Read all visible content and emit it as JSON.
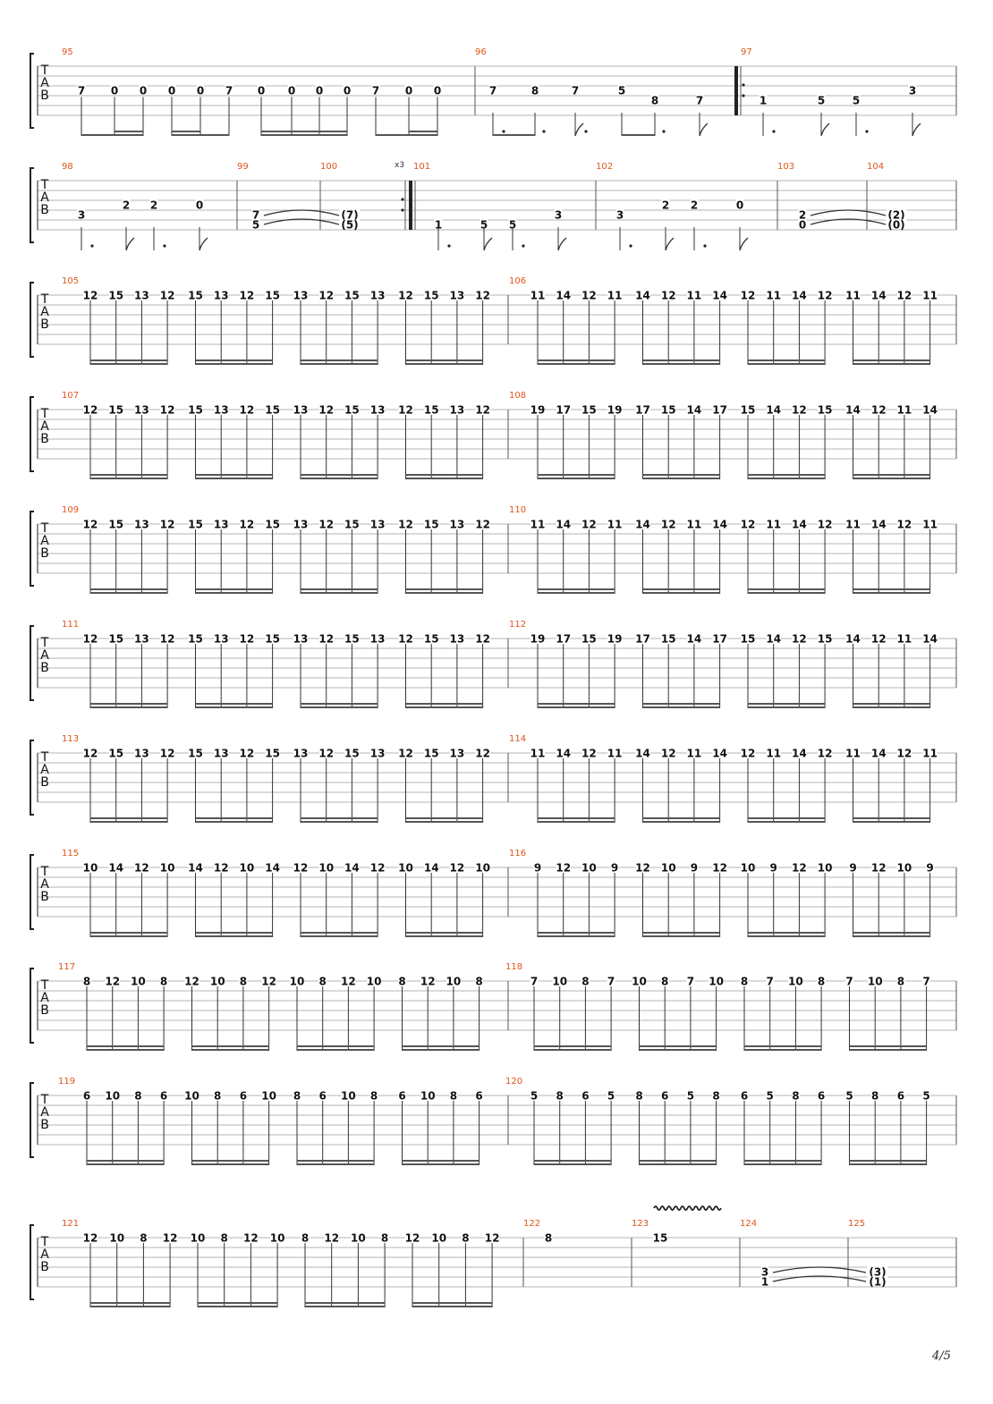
{
  "tab_clef": [
    "T",
    "A",
    "B"
  ],
  "page_number": "4/5",
  "systems": [
    {
      "measures": [
        {
          "number": "95",
          "notes": [
            {
              "f": "7",
              "s": 3,
              "st": "8"
            },
            {
              "f": "0",
              "s": 3,
              "st": "16"
            },
            {
              "f": "0",
              "s": 3,
              "st": "16"
            },
            {
              "f": "0",
              "s": 3,
              "st": "16"
            },
            {
              "f": "0",
              "s": 3,
              "st": "16"
            },
            {
              "f": "7",
              "s": 3,
              "st": "8"
            },
            {
              "f": "0",
              "s": 3,
              "st": "16"
            },
            {
              "f": "0",
              "s": 3,
              "st": "16"
            },
            {
              "f": "0",
              "s": 3,
              "st": "16"
            },
            {
              "f": "0",
              "s": 3,
              "st": "16"
            },
            {
              "f": "7",
              "s": 3,
              "st": "8"
            },
            {
              "f": "0",
              "s": 3,
              "st": "16"
            },
            {
              "f": "0",
              "s": 3,
              "st": "16"
            }
          ]
        },
        {
          "number": "96",
          "notes": [
            {
              "f": "7",
              "s": 3,
              "st": "8d"
            },
            {
              "f": "8",
              "s": 3,
              "st": "dot"
            },
            {
              "f": "7",
              "s": 3,
              "st": "flag"
            },
            {
              "f": "5",
              "s": 3,
              "st": "8"
            },
            {
              "f": "8",
              "s": 4,
              "st": "dot"
            },
            {
              "f": "7",
              "s": 4,
              "st": "flag"
            }
          ]
        },
        {
          "number": "97",
          "repeat_start": true,
          "notes": [
            {
              "f": "1",
              "s": 4,
              "st": "q."
            },
            {
              "f": "5",
              "s": 4,
              "st": "flag"
            },
            {
              "f": "5",
              "s": 4,
              "st": "q."
            },
            {
              "f": "3",
              "s": 3,
              "st": "flag"
            }
          ]
        }
      ]
    },
    {
      "measures": [
        {
          "number": "98",
          "notes": [
            {
              "f": "3",
              "s": 4,
              "st": "q."
            },
            {
              "f": "2",
              "s": 3,
              "st": "flag"
            },
            {
              "f": "2",
              "s": 3,
              "st": "q."
            },
            {
              "f": "0",
              "s": 3,
              "st": "flag"
            }
          ]
        },
        {
          "number": "99",
          "chord": [
            {
              "f": "7",
              "s": 4
            },
            {
              "f": "5",
              "s": 5
            }
          ]
        },
        {
          "number": "100",
          "tied": [
            {
              "f": "(7)",
              "s": 4
            },
            {
              "f": "(5)",
              "s": 5
            }
          ],
          "repeat_end": true,
          "repeat_count": "x3"
        },
        {
          "number": "101",
          "notes": [
            {
              "f": "1",
              "s": 5,
              "st": "q."
            },
            {
              "f": "5",
              "s": 5,
              "st": "flag"
            },
            {
              "f": "5",
              "s": 5,
              "st": "q."
            },
            {
              "f": "3",
              "s": 4,
              "st": "flag"
            }
          ]
        },
        {
          "number": "102",
          "notes": [
            {
              "f": "3",
              "s": 4,
              "st": "q."
            },
            {
              "f": "2",
              "s": 3,
              "st": "flag"
            },
            {
              "f": "2",
              "s": 3,
              "st": "q."
            },
            {
              "f": "0",
              "s": 3,
              "st": "flag"
            }
          ]
        },
        {
          "number": "103",
          "chord": [
            {
              "f": "2",
              "s": 4
            },
            {
              "f": "0",
              "s": 5
            }
          ]
        },
        {
          "number": "104",
          "tied": [
            {
              "f": "(2)",
              "s": 4
            },
            {
              "f": "(0)",
              "s": 5
            }
          ]
        }
      ]
    },
    {
      "measures": [
        {
          "number": "105",
          "groups": [
            [
              "12",
              "15",
              "13",
              "12"
            ],
            [
              "15",
              "13",
              "12",
              "15"
            ],
            [
              "13",
              "12",
              "15",
              "13"
            ],
            [
              "12",
              "15",
              "13",
              "12"
            ]
          ]
        },
        {
          "number": "106",
          "groups": [
            [
              "11",
              "14",
              "12",
              "11"
            ],
            [
              "14",
              "12",
              "11",
              "14"
            ],
            [
              "12",
              "11",
              "14",
              "12"
            ],
            [
              "11",
              "14",
              "12",
              "11"
            ]
          ]
        }
      ]
    },
    {
      "measures": [
        {
          "number": "107",
          "groups": [
            [
              "12",
              "15",
              "13",
              "12"
            ],
            [
              "15",
              "13",
              "12",
              "15"
            ],
            [
              "13",
              "12",
              "15",
              "13"
            ],
            [
              "12",
              "15",
              "13",
              "12"
            ]
          ]
        },
        {
          "number": "108",
          "groups": [
            [
              "19",
              "17",
              "15",
              "19"
            ],
            [
              "17",
              "15",
              "14",
              "17"
            ],
            [
              "15",
              "14",
              "12",
              "15"
            ],
            [
              "14",
              "12",
              "11",
              "14"
            ]
          ]
        }
      ]
    },
    {
      "measures": [
        {
          "number": "109",
          "groups": [
            [
              "12",
              "15",
              "13",
              "12"
            ],
            [
              "15",
              "13",
              "12",
              "15"
            ],
            [
              "13",
              "12",
              "15",
              "13"
            ],
            [
              "12",
              "15",
              "13",
              "12"
            ]
          ]
        },
        {
          "number": "110",
          "groups": [
            [
              "11",
              "14",
              "12",
              "11"
            ],
            [
              "14",
              "12",
              "11",
              "14"
            ],
            [
              "12",
              "11",
              "14",
              "12"
            ],
            [
              "11",
              "14",
              "12",
              "11"
            ]
          ]
        }
      ]
    },
    {
      "measures": [
        {
          "number": "111",
          "groups": [
            [
              "12",
              "15",
              "13",
              "12"
            ],
            [
              "15",
              "13",
              "12",
              "15"
            ],
            [
              "13",
              "12",
              "15",
              "13"
            ],
            [
              "12",
              "15",
              "13",
              "12"
            ]
          ]
        },
        {
          "number": "112",
          "groups": [
            [
              "19",
              "17",
              "15",
              "19"
            ],
            [
              "17",
              "15",
              "14",
              "17"
            ],
            [
              "15",
              "14",
              "12",
              "15"
            ],
            [
              "14",
              "12",
              "11",
              "14"
            ]
          ]
        }
      ]
    },
    {
      "measures": [
        {
          "number": "113",
          "groups": [
            [
              "12",
              "15",
              "13",
              "12"
            ],
            [
              "15",
              "13",
              "12",
              "15"
            ],
            [
              "13",
              "12",
              "15",
              "13"
            ],
            [
              "12",
              "15",
              "13",
              "12"
            ]
          ]
        },
        {
          "number": "114",
          "groups": [
            [
              "11",
              "14",
              "12",
              "11"
            ],
            [
              "14",
              "12",
              "11",
              "14"
            ],
            [
              "12",
              "11",
              "14",
              "12"
            ],
            [
              "11",
              "14",
              "12",
              "11"
            ]
          ]
        }
      ]
    },
    {
      "measures": [
        {
          "number": "115",
          "groups": [
            [
              "10",
              "14",
              "12",
              "10"
            ],
            [
              "14",
              "12",
              "10",
              "14"
            ],
            [
              "12",
              "10",
              "14",
              "12"
            ],
            [
              "10",
              "14",
              "12",
              "10"
            ]
          ]
        },
        {
          "number": "116",
          "groups": [
            [
              "9",
              "12",
              "10",
              "9"
            ],
            [
              "12",
              "10",
              "9",
              "12"
            ],
            [
              "10",
              "9",
              "12",
              "10"
            ],
            [
              "9",
              "12",
              "10",
              "9"
            ]
          ]
        }
      ]
    },
    {
      "measures": [
        {
          "number": "117",
          "groups": [
            [
              "8",
              "12",
              "10",
              "8"
            ],
            [
              "12",
              "10",
              "8",
              "12"
            ],
            [
              "10",
              "8",
              "12",
              "10"
            ],
            [
              "8",
              "12",
              "10",
              "8"
            ]
          ]
        },
        {
          "number": "118",
          "groups": [
            [
              "7",
              "10",
              "8",
              "7"
            ],
            [
              "10",
              "8",
              "7",
              "10"
            ],
            [
              "8",
              "7",
              "10",
              "8"
            ],
            [
              "7",
              "10",
              "8",
              "7"
            ]
          ]
        }
      ]
    },
    {
      "measures": [
        {
          "number": "119",
          "groups": [
            [
              "6",
              "10",
              "8",
              "6"
            ],
            [
              "10",
              "8",
              "6",
              "10"
            ],
            [
              "8",
              "6",
              "10",
              "8"
            ],
            [
              "6",
              "10",
              "8",
              "6"
            ]
          ]
        },
        {
          "number": "120",
          "groups": [
            [
              "5",
              "8",
              "6",
              "5"
            ],
            [
              "8",
              "6",
              "5",
              "8"
            ],
            [
              "6",
              "5",
              "8",
              "6"
            ],
            [
              "5",
              "8",
              "6",
              "5"
            ]
          ]
        }
      ]
    },
    {
      "measures": [
        {
          "number": "121",
          "groups": [
            [
              "12",
              "10",
              "8",
              "12"
            ],
            [
              "10",
              "8",
              "12",
              "10"
            ],
            [
              "8",
              "12",
              "10",
              "8"
            ],
            [
              "12",
              "10",
              "8",
              "12"
            ]
          ]
        },
        {
          "number": "122",
          "single": {
            "f": "8",
            "s": 1
          }
        },
        {
          "number": "123",
          "single": {
            "f": "15",
            "s": 1
          },
          "vibrato": true
        },
        {
          "number": "124",
          "chord": [
            {
              "f": "3",
              "s": 4
            },
            {
              "f": "1",
              "s": 5
            }
          ]
        },
        {
          "number": "125",
          "tied": [
            {
              "f": "(3)",
              "s": 4
            },
            {
              "f": "(1)",
              "s": 5
            }
          ]
        }
      ]
    }
  ]
}
